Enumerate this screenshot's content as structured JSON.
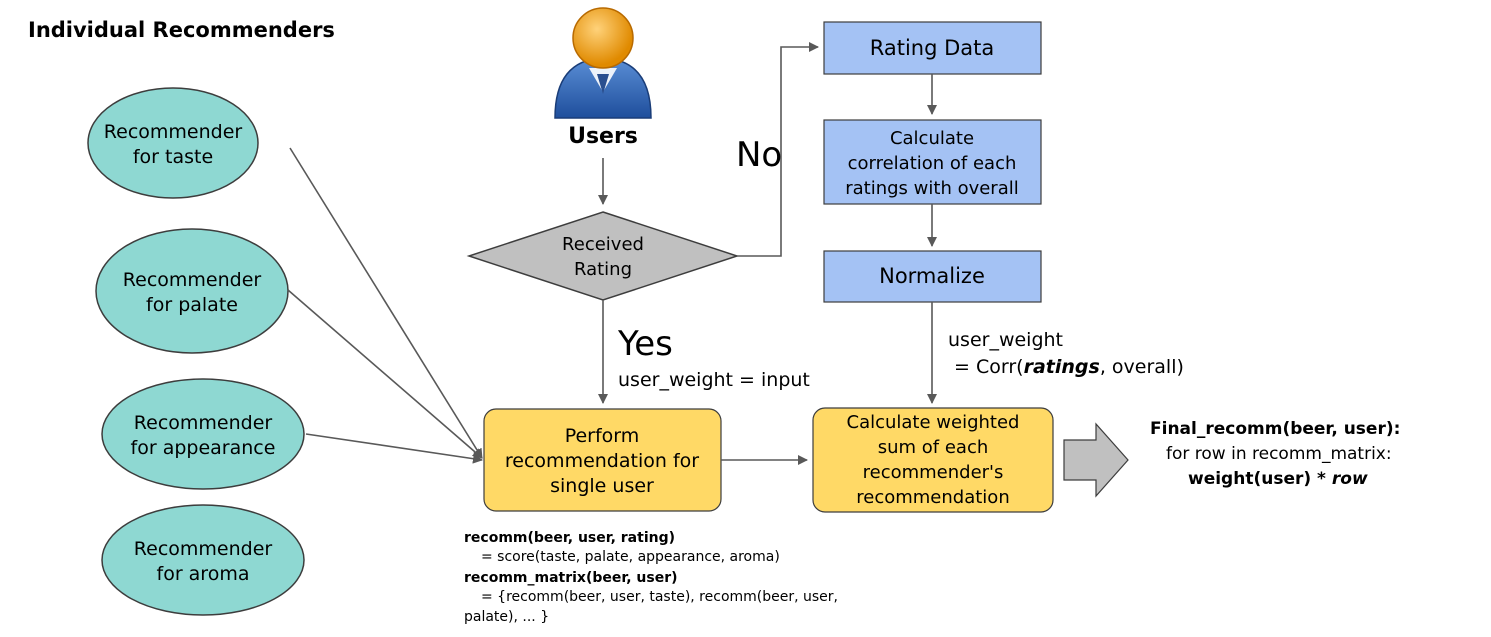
{
  "title": "Individual Recommenders",
  "recommenders": [
    {
      "line1": "Recommender",
      "line2": "for taste"
    },
    {
      "line1": "Recommender",
      "line2": "for palate"
    },
    {
      "line1": "Recommender",
      "line2": "for appearance"
    },
    {
      "line1": "Recommender",
      "line2": "for aroma"
    }
  ],
  "users_label": "Users",
  "decision": {
    "line1": "Received",
    "line2": "Rating"
  },
  "no_label": "No",
  "yes_label": "Yes",
  "yes_assign": "user_weight = input",
  "rating_data": "Rating Data",
  "calc_corr": {
    "line1": "Calculate",
    "line2": "correlation of each",
    "line3": "ratings with overall"
  },
  "normalize": "Normalize",
  "corr_formula": {
    "line1": "user_weight",
    "line2_prefix": " = Corr(",
    "line2_italic": "ratings",
    "line2_suffix": ", overall)"
  },
  "perform": {
    "line1": "Perform",
    "line2": "recommendation for",
    "line3": "single user"
  },
  "weighted": {
    "line1": "Calculate weighted",
    "line2": "sum of each",
    "line3": "recommender's",
    "line4": "recommendation"
  },
  "final": {
    "line1": "Final_recomm(beer, user):",
    "line2": "for row in recomm_matrix:",
    "line3_bold": "weight(user) * ",
    "line3_italic": "row"
  },
  "code": {
    "line1": "recomm(beer, user, rating)",
    "line2": "= score(taste, palate, appearance, aroma)",
    "line3": "recomm_matrix(beer, user)",
    "line4": "= {recomm(beer, user, taste), recomm(beer, user,",
    "line5": "palate), ... }"
  },
  "colors": {
    "teal": "#8ed8d2",
    "blue": "#a4c2f4",
    "yellow": "#ffd966",
    "gray": "#c0c0c0",
    "arrow": "#595959"
  }
}
